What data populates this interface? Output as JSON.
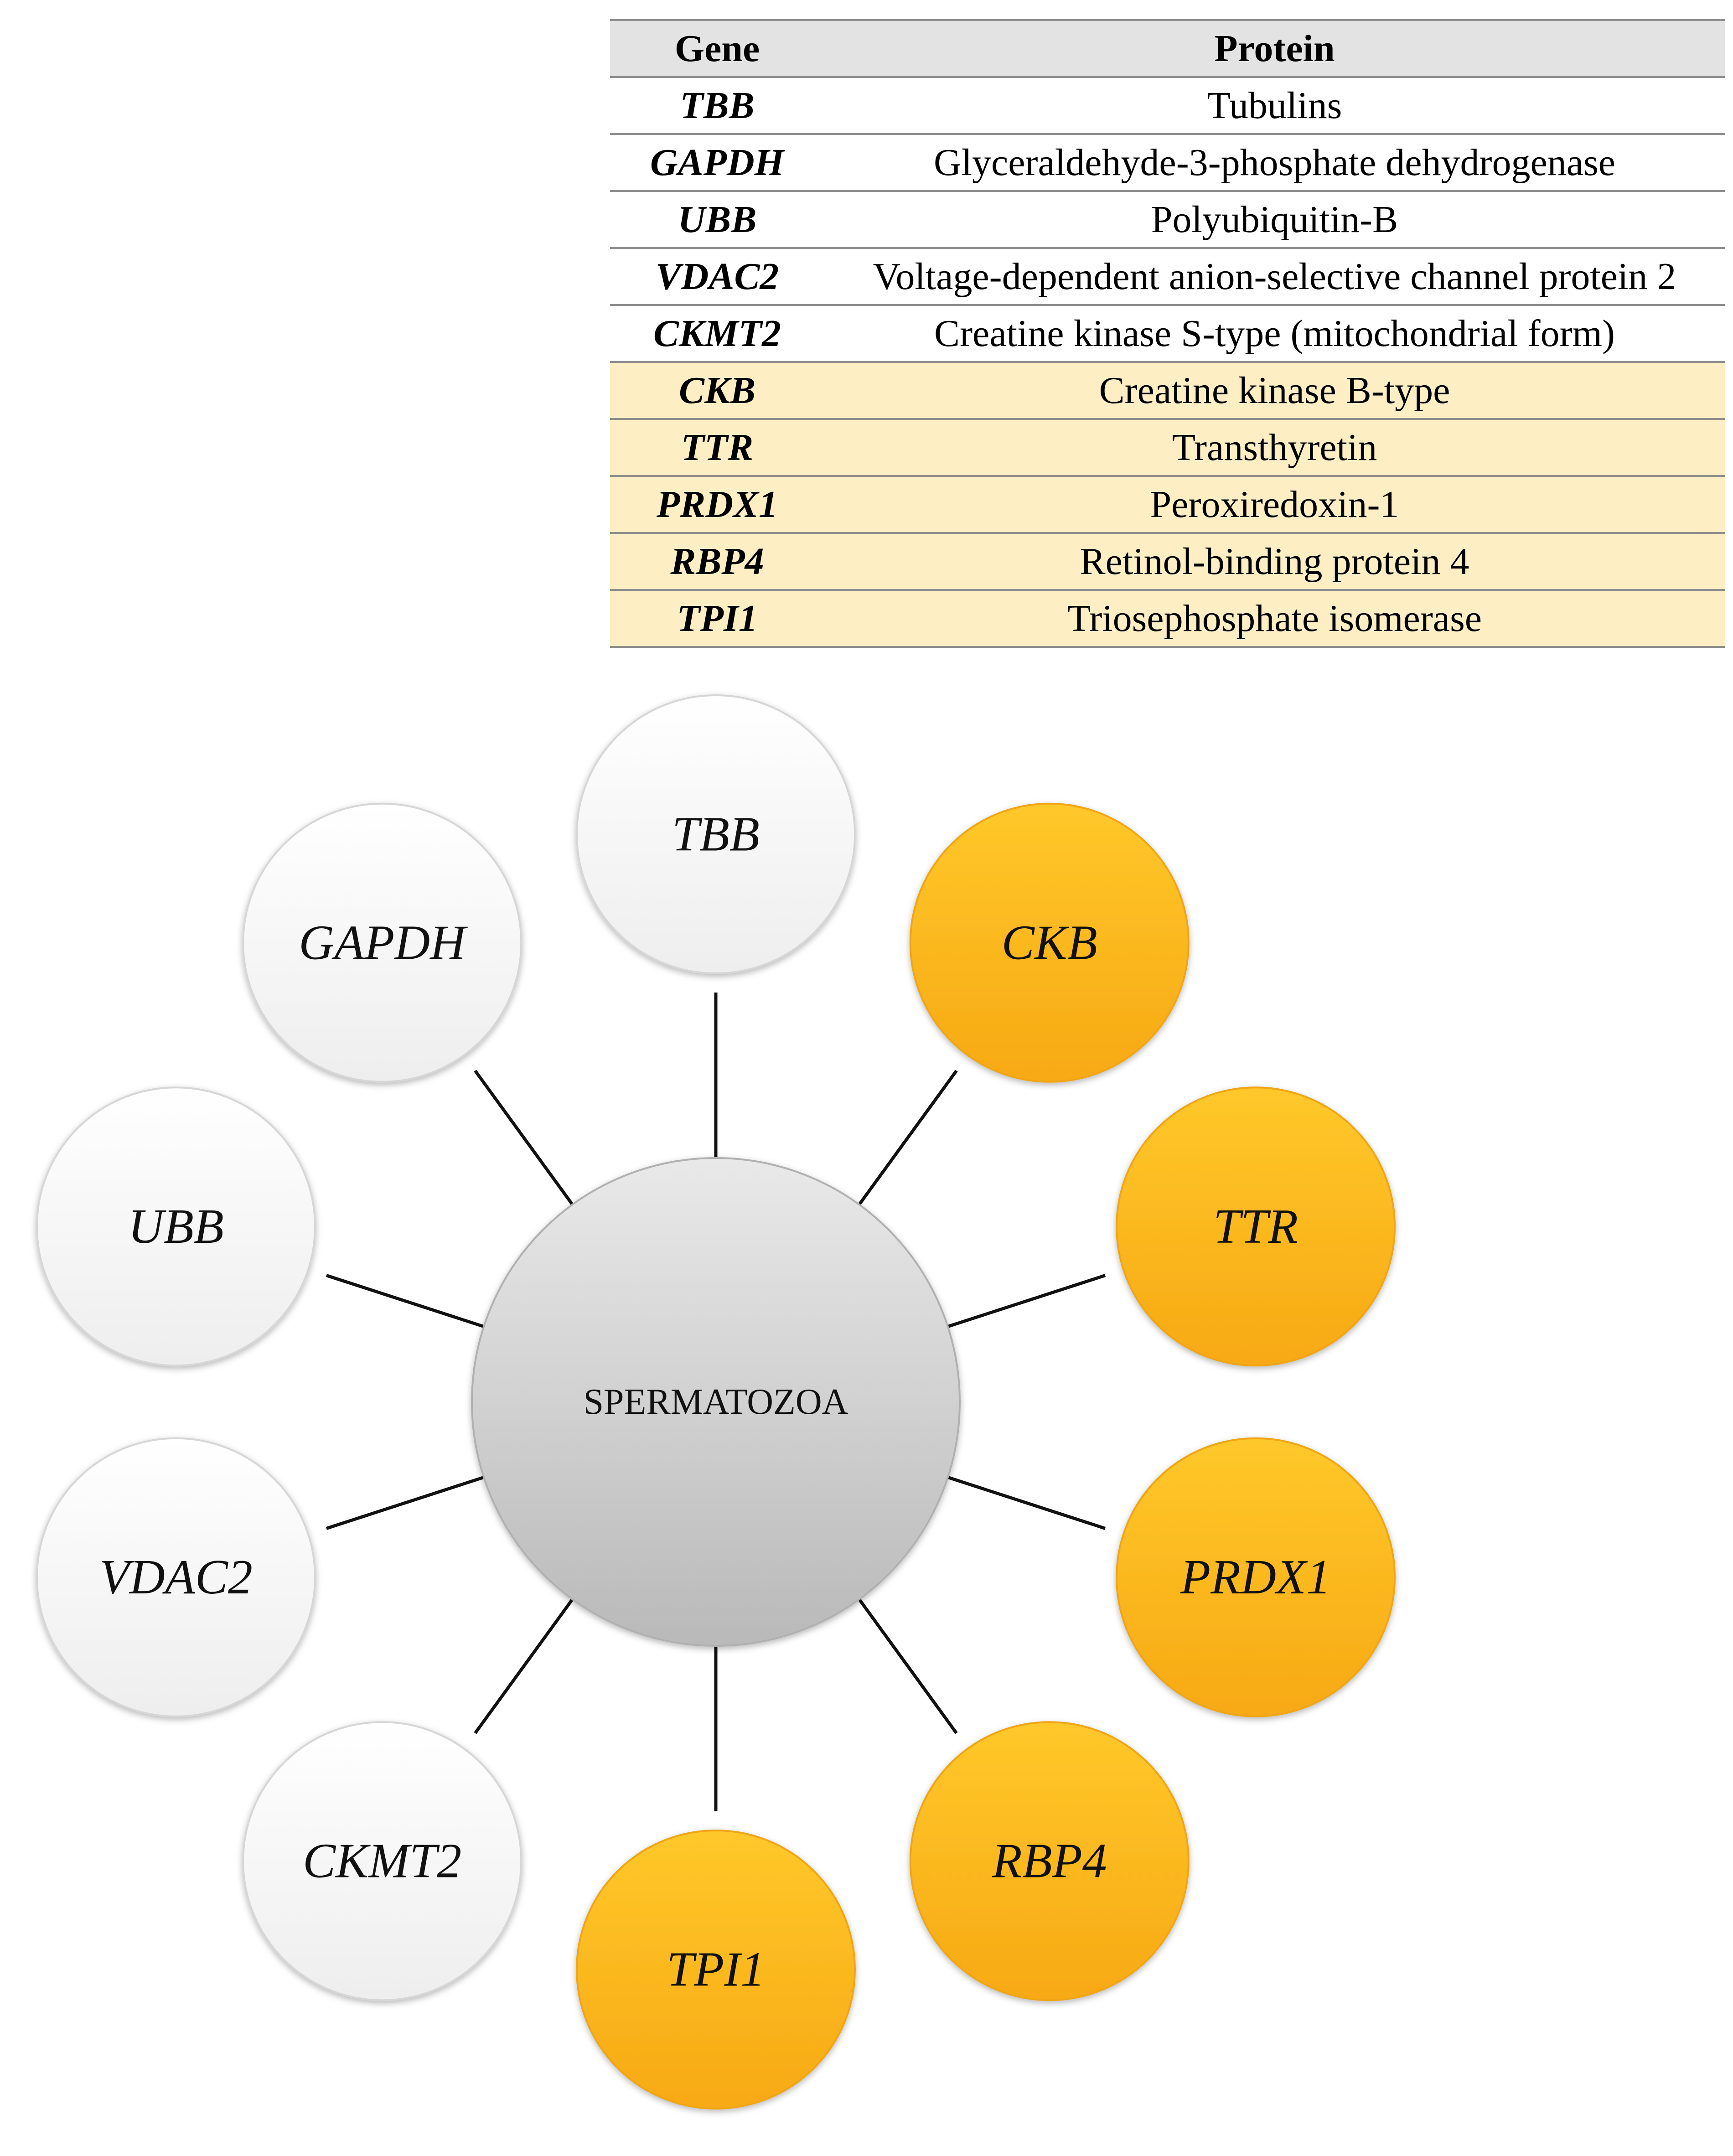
{
  "table": {
    "headers": {
      "gene": "Gene",
      "protein": "Protein"
    },
    "rows": [
      {
        "gene": "TBB",
        "protein": "Tubulins",
        "highlight": false
      },
      {
        "gene": "GAPDH",
        "protein": "Glyceraldehyde-3-phosphate dehydrogenase",
        "highlight": false
      },
      {
        "gene": "UBB",
        "protein": "Polyubiquitin-B",
        "highlight": false
      },
      {
        "gene": "VDAC2",
        "protein": "Voltage-dependent anion-selective channel protein 2",
        "highlight": false
      },
      {
        "gene": "CKMT2",
        "protein": "Creatine kinase S-type (mitochondrial form)",
        "highlight": false
      },
      {
        "gene": "CKB",
        "protein": "Creatine kinase B-type",
        "highlight": true
      },
      {
        "gene": "TTR",
        "protein": "Transthyretin",
        "highlight": true
      },
      {
        "gene": "PRDX1",
        "protein": "Peroxiredoxin-1",
        "highlight": true
      },
      {
        "gene": "RBP4",
        "protein": "Retinol-binding protein 4",
        "highlight": true
      },
      {
        "gene": "TPI1",
        "protein": "Triosephosphate isomerase",
        "highlight": true
      }
    ]
  },
  "diagram": {
    "center": {
      "label": "SPERMATOZOA"
    },
    "nodes": [
      {
        "label": "TBB",
        "group": "white"
      },
      {
        "label": "CKB",
        "group": "yellow"
      },
      {
        "label": "TTR",
        "group": "yellow"
      },
      {
        "label": "PRDX1",
        "group": "yellow"
      },
      {
        "label": "RBP4",
        "group": "yellow"
      },
      {
        "label": "TPI1",
        "group": "yellow"
      },
      {
        "label": "CKMT2",
        "group": "white"
      },
      {
        "label": "VDAC2",
        "group": "white"
      },
      {
        "label": "UBB",
        "group": "white"
      },
      {
        "label": "GAPDH",
        "group": "white"
      }
    ]
  },
  "colors": {
    "highlight_row": "#fdeec4",
    "header_row": "#e3e3e3",
    "yellow_node": "#fbb818",
    "white_node": "#ffffff",
    "center_node": "#c8c8c8",
    "connector": "#111111"
  }
}
